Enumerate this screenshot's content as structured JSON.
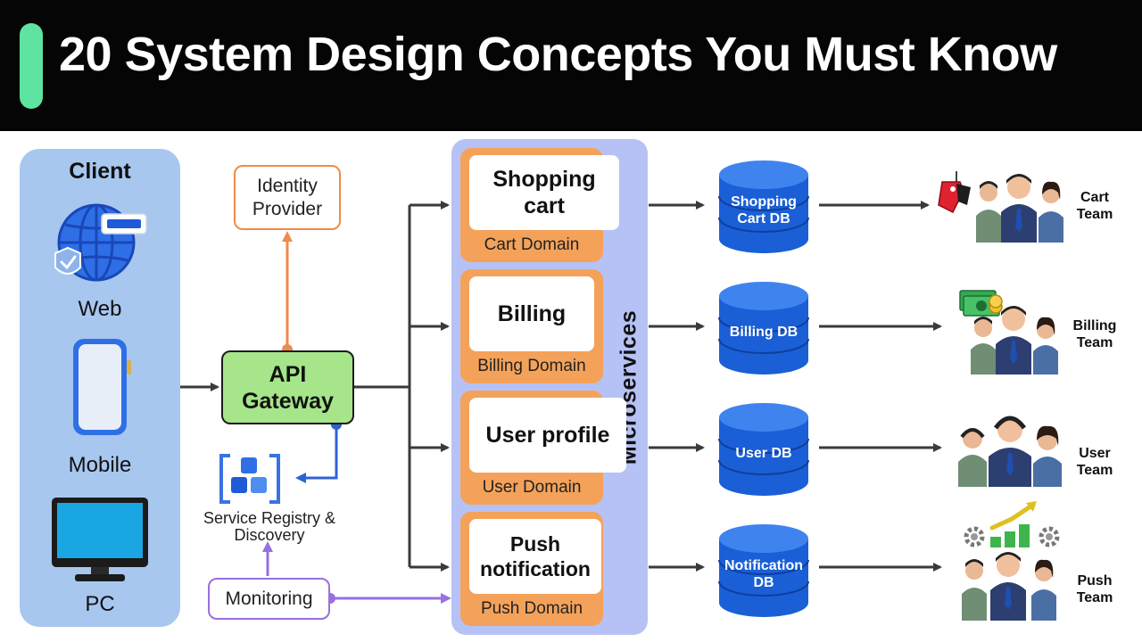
{
  "title": "20 System Design Concepts You Must Know",
  "client": {
    "title": "Client",
    "items": [
      {
        "label": "Web",
        "icon": "globe-www-icon"
      },
      {
        "label": "Mobile",
        "icon": "smartphone-icon"
      },
      {
        "label": "PC",
        "icon": "monitor-icon"
      }
    ]
  },
  "identity_provider": "Identity Provider",
  "api_gateway": "API Gateway",
  "service_registry": "Service Registry & Discovery",
  "monitoring": "Monitoring",
  "microservices_label": "Microservices",
  "services": [
    {
      "name": "Shopping cart",
      "domain": "Cart Domain",
      "db": "Shopping Cart DB",
      "team": "Cart Team"
    },
    {
      "name": "Billing",
      "domain": "Billing Domain",
      "db": "Billing DB",
      "team": "Billing Team"
    },
    {
      "name": "User profile",
      "domain": "User Domain",
      "db": "User DB",
      "team": "User Team"
    },
    {
      "name": "Push notification",
      "domain": "Push Domain",
      "db": "Notification DB",
      "team": "Push Team"
    }
  ],
  "colors": {
    "accent": "#5ee3a0",
    "client_panel": "#a8c7ef",
    "microservices_panel": "#b6c2f5",
    "service_orange": "#f4a25a",
    "api_gateway": "#a6e58a",
    "db_blue": "#1a5fd6",
    "identity_arrow": "#f08a4b",
    "registry_arrow": "#2e63d4",
    "monitoring_purple": "#9a6fe0"
  }
}
